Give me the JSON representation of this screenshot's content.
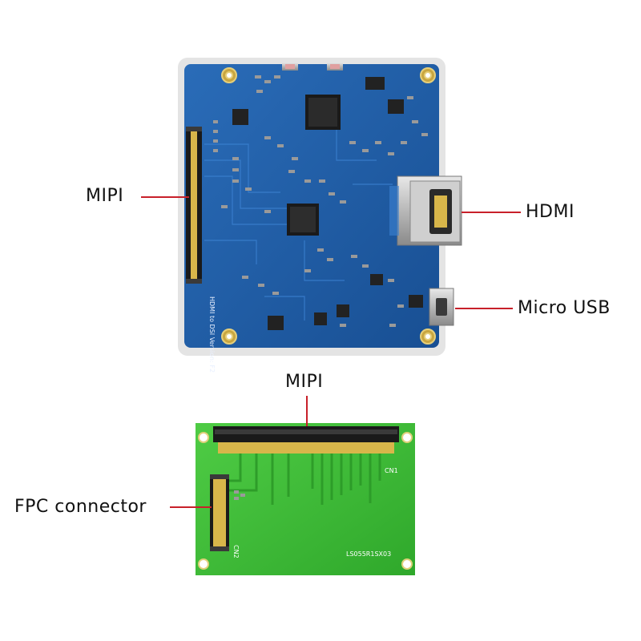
{
  "labels": {
    "mipi_top": "MIPI",
    "hdmi": "HDMI",
    "micro_usb": "Micro USB",
    "mipi_bottom": "MIPI",
    "fpc_connector": "FPC connector"
  },
  "silkscreen": {
    "cn1": "CN1",
    "cn2": "CN2",
    "part_number": "LS055R1SX03",
    "board_version": "HDMI to DSI Version: F2"
  },
  "colors": {
    "leader_line": "#c8202a",
    "main_board": "#1f5fa8",
    "adapter_board": "#3fbf3a",
    "gold_contacts": "#d8b64a"
  }
}
